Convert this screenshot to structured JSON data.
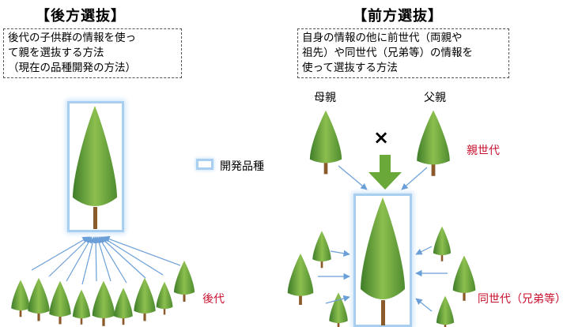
{
  "left": {
    "title": "【後方選抜】",
    "desc_lines": [
      "後代の子供群の情報を使っ",
      "て親を選抜する方法",
      "（現在の品種開発の方法）"
    ],
    "offspring_label": "後代"
  },
  "legend": {
    "label": "開発品種"
  },
  "right": {
    "title": "【前方選抜】",
    "desc_lines": [
      "自身の情報の他に前世代（両親や",
      "祖先）や同世代（兄弟等）の情報を",
      "使って選抜する方法"
    ],
    "mother_label": "母親",
    "father_label": "父親",
    "cross_mark": "×",
    "parent_gen_label": "親世代",
    "sibling_label": "同世代（兄弟等）"
  },
  "colors": {
    "red": "#c8102e",
    "arrow": "#6a9fd8",
    "green_arrow": "#6aa83a",
    "highlight": "#a9cff0"
  }
}
